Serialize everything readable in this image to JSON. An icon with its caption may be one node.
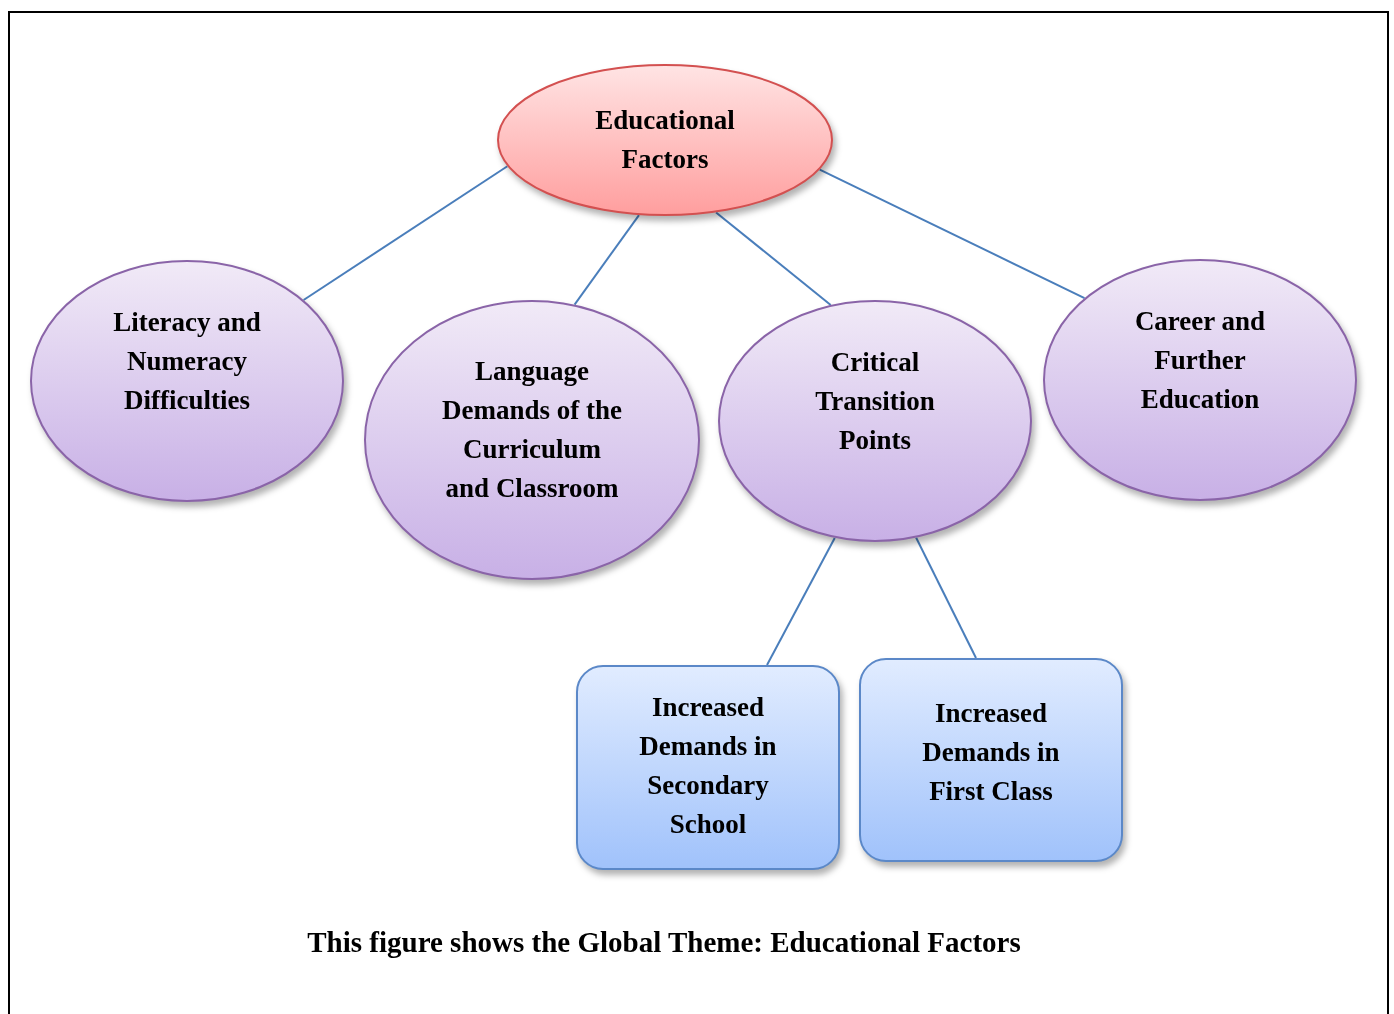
{
  "diagram": {
    "caption": "This figure shows the Global Theme: Educational Factors",
    "nodes": [
      {
        "text": [
          "Educational Factors"
        ]
      },
      {
        "text": [
          "Literacy and Numeracy Difficulties"
        ]
      },
      {
        "text": [
          "Language Demands of the Curriculum and Classroom"
        ]
      },
      {
        "text": [
          "Critical Transition Points"
        ]
      },
      {
        "text": [
          "Career and Further Education"
        ]
      },
      {
        "text": [
          "Increased Demands in Secondary School"
        ]
      },
      {
        "text": [
          "Increased Demands in First Class"
        ]
      }
    ],
    "edges": [
      {
        "from": 0,
        "to": 1,
        "arrow": "none"
      },
      {
        "from": 0,
        "to": 2,
        "arrow": "none"
      },
      {
        "from": 0,
        "to": 3,
        "arrow": "none"
      },
      {
        "from": 0,
        "to": 4,
        "arrow": "none"
      },
      {
        "from": 3,
        "to": 5,
        "arrow": "none"
      },
      {
        "from": 3,
        "to": 6,
        "arrow": "none"
      }
    ]
  }
}
